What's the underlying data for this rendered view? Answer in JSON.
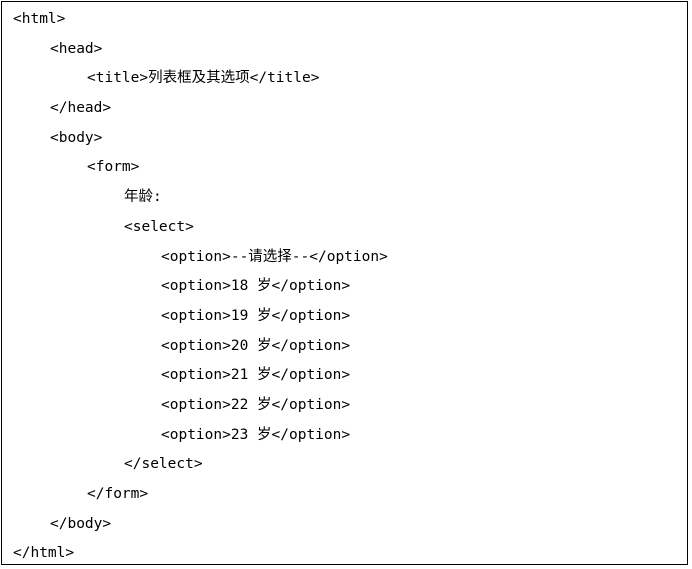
{
  "code_lines": [
    {
      "indent": 0,
      "text": "<html>"
    },
    {
      "indent": 1,
      "text": "<head>"
    },
    {
      "indent": 2,
      "text": "<title>列表框及其选项</title>"
    },
    {
      "indent": 1,
      "text": "</head>"
    },
    {
      "indent": 1,
      "text": "<body>"
    },
    {
      "indent": 2,
      "text": "<form>"
    },
    {
      "indent": 3,
      "text": "年龄:"
    },
    {
      "indent": 3,
      "text": "<select>"
    },
    {
      "indent": 4,
      "text": "<option>--请选择--</option>"
    },
    {
      "indent": 4,
      "text": "<option>18 岁</option>"
    },
    {
      "indent": 4,
      "text": "<option>19 岁</option>"
    },
    {
      "indent": 4,
      "text": "<option>20 岁</option>"
    },
    {
      "indent": 4,
      "text": "<option>21 岁</option>"
    },
    {
      "indent": 4,
      "text": "<option>22 岁</option>"
    },
    {
      "indent": 4,
      "text": "<option>23 岁</option>"
    },
    {
      "indent": 3,
      "text": "</select>"
    },
    {
      "indent": 2,
      "text": "</form>"
    },
    {
      "indent": 1,
      "text": "</body>"
    },
    {
      "indent": 0,
      "text": "</html>"
    }
  ]
}
